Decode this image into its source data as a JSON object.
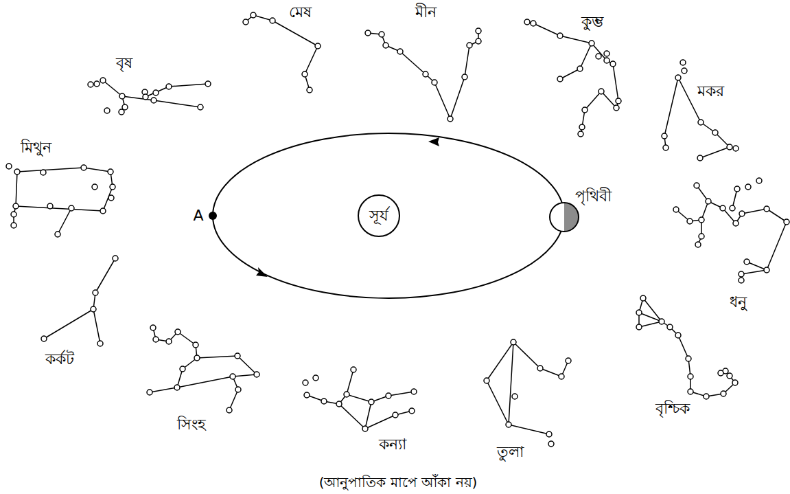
{
  "diagram": {
    "caption": "(আনুপাতিক মাপে আঁকা নয়)",
    "nodes": [
      {
        "text": [
          "সূর্য"
        ]
      },
      {
        "text": [
          "পৃথিবী"
        ]
      }
    ],
    "labels": [
      "মেষ",
      "মীন",
      "কুম্ভ",
      "বৃষ",
      "মকর",
      "মিথুন",
      "A",
      "ধনু",
      "কর্কট",
      "বৃশ্চিক",
      "সিংহ",
      "কন্যা",
      "তুলা"
    ]
  }
}
